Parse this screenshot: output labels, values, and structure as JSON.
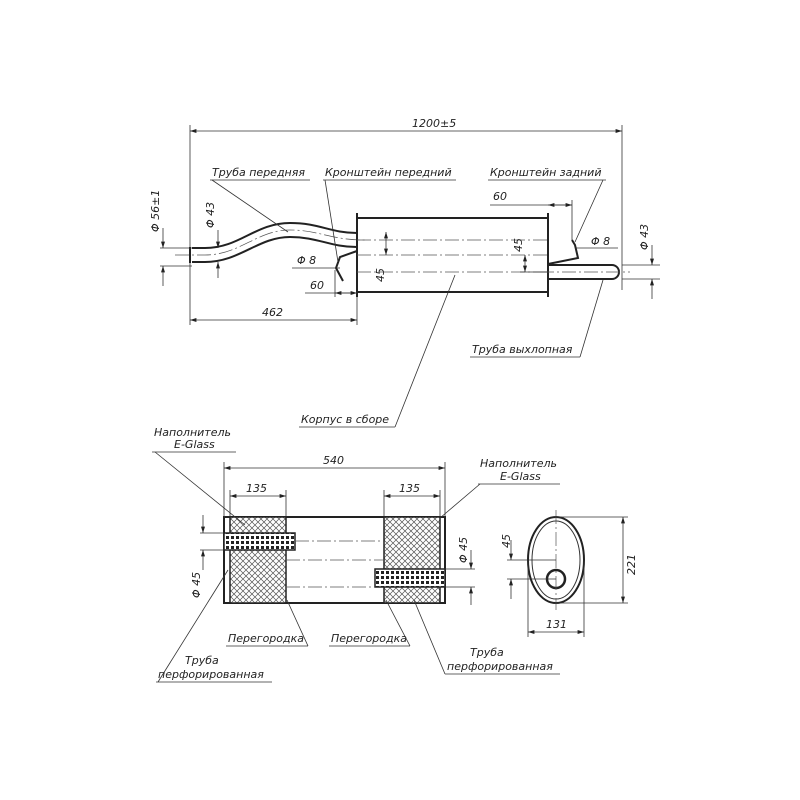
{
  "top_view": {
    "overall_length": "1200±5",
    "dim_front_pipe_length": "462",
    "dim_front_bracket_offset": "60",
    "dim_rear_bracket_offset": "60",
    "dim_inlet_flare": "Φ 56±1",
    "dim_inlet_diameter": "Φ 43",
    "dim_outlet_diameter": "Φ 43",
    "dim_front_bracket_rod": "Φ 8",
    "dim_rear_bracket_rod": "Φ 8",
    "dim_inlet_offset": "45",
    "dim_outlet_offset": "45",
    "labels": {
      "front_pipe": "Труба передняя",
      "front_bracket": "Кронштейн передний",
      "rear_bracket": "Кронштейн задний",
      "body_assembly": "Корпус в сборе",
      "exhaust_pipe": "Труба выхлопная"
    }
  },
  "section_view": {
    "body_length": "540",
    "left_chamber_length": "135",
    "right_chamber_length": "135",
    "left_pipe_diameter": "Φ 45",
    "right_pipe_diameter": "Φ 45",
    "labels": {
      "filler_left_1": "Наполнитель",
      "filler_left_2": "E-Glass",
      "filler_right_1": "Наполнитель",
      "filler_right_2": "E-Glass",
      "baffle_left": "Перегородка",
      "baffle_right": "Перегородка",
      "perf_pipe_left_1": "Труба",
      "perf_pipe_left_2": "перфорированная",
      "perf_pipe_right_1": "Труба",
      "perf_pipe_right_2": "перфорированная"
    }
  },
  "end_view": {
    "height": "221",
    "width": "131",
    "pipe_offset": "45"
  }
}
